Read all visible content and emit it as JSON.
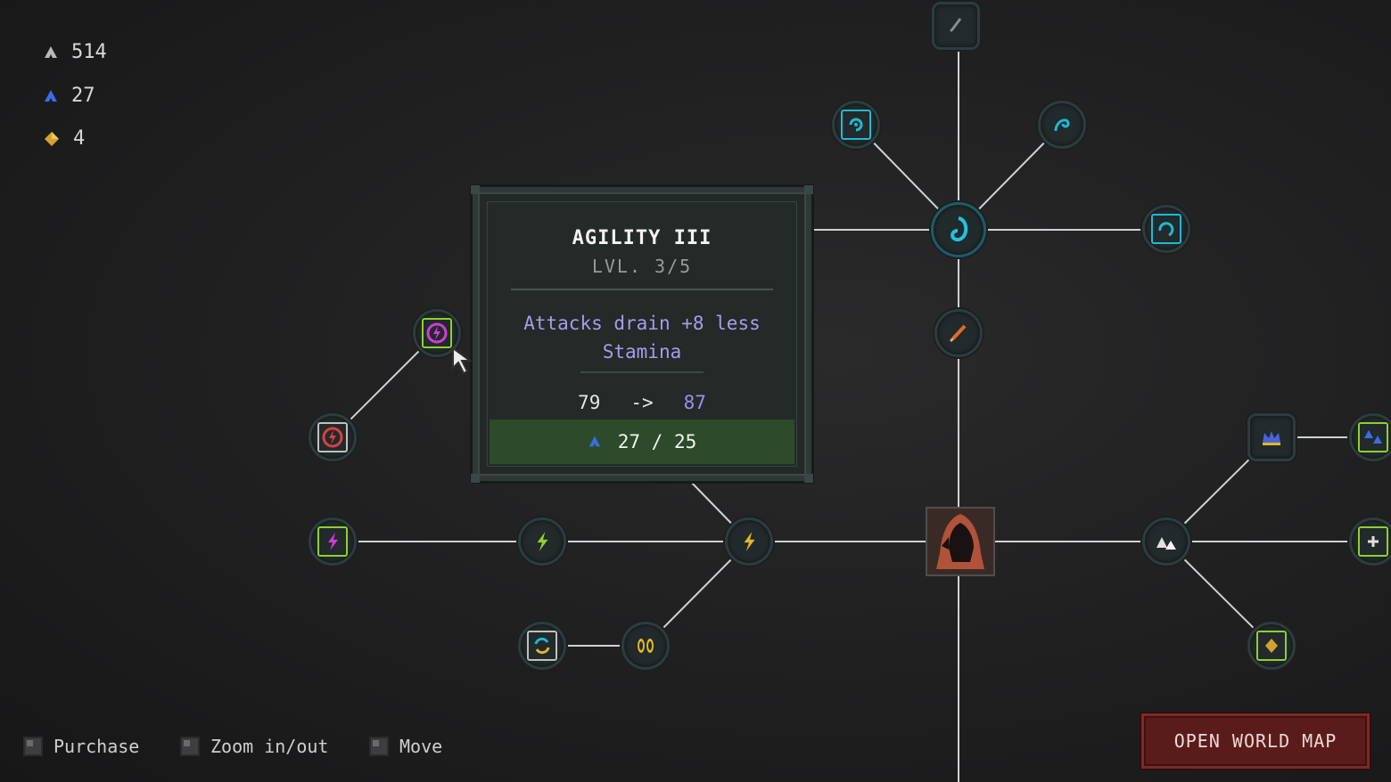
{
  "resources": [
    {
      "icon": "grey-arrow-icon",
      "value": "514",
      "color": "#b8b8b8"
    },
    {
      "icon": "blue-arrow-icon",
      "value": "27",
      "color": "#3a6ee6"
    },
    {
      "icon": "gold-gem-icon",
      "value": "4",
      "color": "#d2a233"
    }
  ],
  "tooltip": {
    "title": "AGILITY III",
    "level": "LVL. 3/5",
    "description": "Attacks drain +8 less Stamina",
    "old_value": "79",
    "arrow": "->",
    "new_value": "87",
    "cost": "27 / 25"
  },
  "hints": {
    "purchase": "Purchase",
    "zoom": "Zoom in/out",
    "move": "Move"
  },
  "world_map_button": "OPEN WORLD MAP",
  "colors": {
    "cyan_skill": "#1fb9d6",
    "magenta_skill": "#d43ad8",
    "red_skill": "#d84040",
    "green_skill": "#8fd02e",
    "yellow_skill": "#e2b52b",
    "cost_bar": "#2d4a2a",
    "map_button": "#5a1c1a"
  }
}
